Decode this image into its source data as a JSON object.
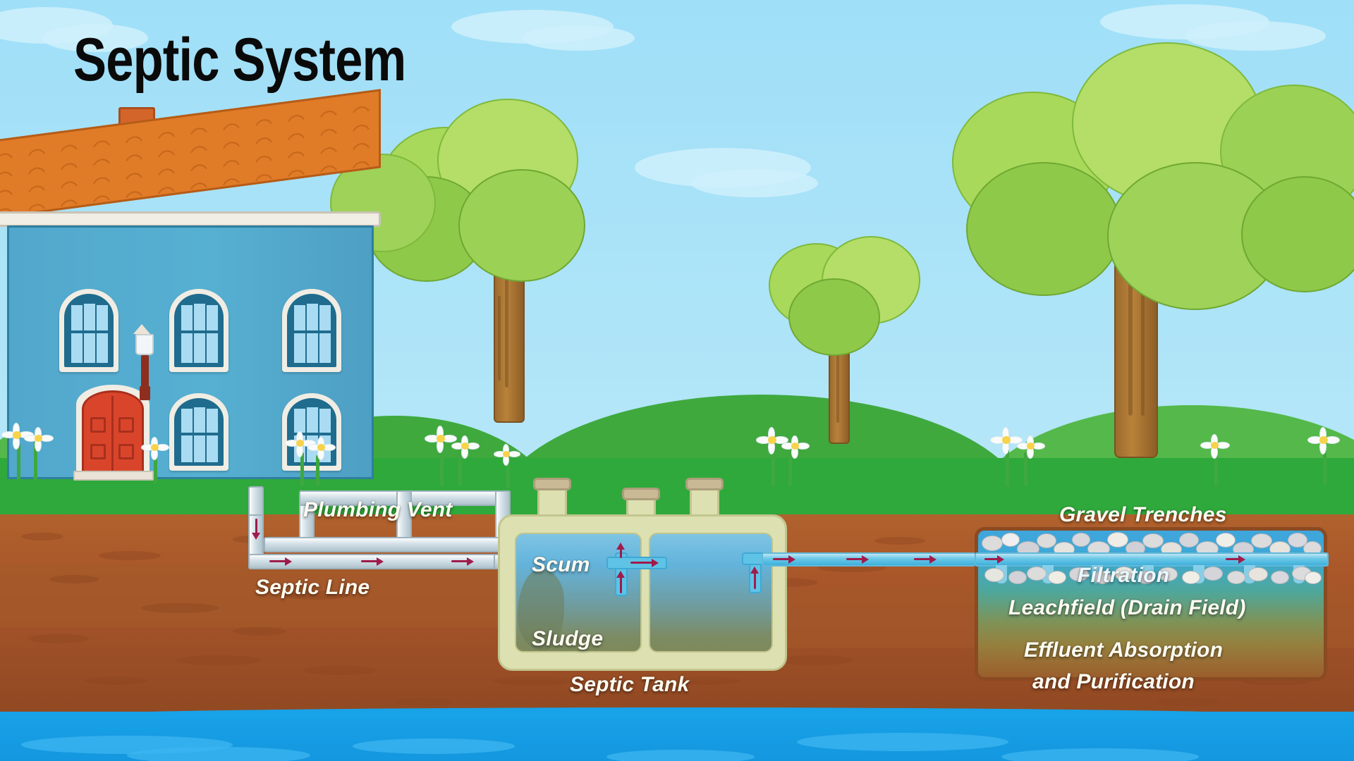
{
  "title": "Septic System",
  "labels": {
    "plumbing_vent": "Plumbing Vent",
    "septic_line": "Septic Line",
    "scum": "Scum",
    "sludge": "Sludge",
    "septic_tank": "Septic Tank",
    "gravel_trenches": "Gravel Trenches",
    "filtration": "Filtration",
    "leachfield": "Leachfield (Drain Field)",
    "effluent_line1": "Effluent Absorption",
    "effluent_line2": "and Purification"
  },
  "scene": {
    "sky_color": "#A8E2F8",
    "grass_color": "#2FA93B",
    "soil_color": "#A9562A",
    "groundwater_color": "#18A2E8",
    "roof_color": "#E07B27",
    "house_wall_color": "#56B0D2",
    "door_color": "#D9452B",
    "tank_shell_color": "#DDE0B0",
    "flow_arrow_color": "#A01B4B",
    "gravel_color": "#DCDCDC",
    "leachfield_border_color": "#8A4A22"
  },
  "elements": {
    "house": "two-story-house",
    "chimney": "brick-chimney",
    "wall_lamp": "porch-lamp",
    "trees": 3,
    "tank_risers": 3,
    "tank_chambers": 2
  }
}
